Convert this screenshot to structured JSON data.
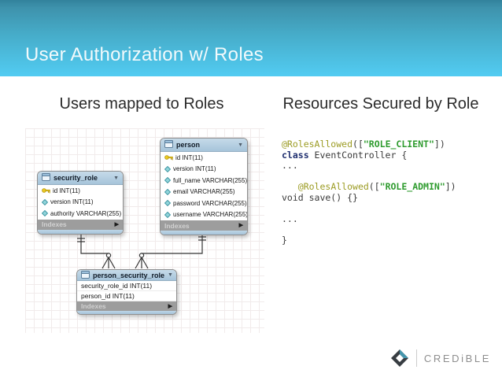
{
  "slide": {
    "title": "User Authorization w/ Roles",
    "left_heading": "Users mapped to Roles",
    "right_heading": "Resources Secured by Role"
  },
  "colors": {
    "banner_top": "#3e92ac",
    "banner_bottom": "#52ccf2",
    "table_header_blue": "#a6c4da",
    "annotation_olive": "#9c9c24",
    "string_green": "#2e9b2e",
    "keyword_navy": "#203070",
    "code_default": "#3a3a3a",
    "logo_teal": "#4596ad",
    "logo_dark": "#383d42"
  },
  "diagram": {
    "tables": [
      {
        "name": "security_role",
        "caret": "▼",
        "columns": [
          {
            "icon": "key-icon",
            "text": "id INT(11)"
          },
          {
            "icon": "column-icon",
            "text": "version INT(11)"
          },
          {
            "icon": "column-icon",
            "text": "authority VARCHAR(255)"
          }
        ],
        "footer": "Indexes",
        "footer_arrow": "▶"
      },
      {
        "name": "person",
        "caret": "▼",
        "columns": [
          {
            "icon": "key-icon",
            "text": "id INT(11)"
          },
          {
            "icon": "column-icon",
            "text": "version INT(11)"
          },
          {
            "icon": "column-icon",
            "text": "full_name VARCHAR(255)"
          },
          {
            "icon": "column-icon",
            "text": "email VARCHAR(255)"
          },
          {
            "icon": "column-icon",
            "text": "password VARCHAR(255)"
          },
          {
            "icon": "column-icon",
            "text": "username VARCHAR(255)"
          }
        ],
        "footer": "Indexes",
        "footer_arrow": "▶"
      },
      {
        "name": "person_security_role",
        "caret": "▼",
        "columns": [
          {
            "icon": "none",
            "text": "security_role_id INT(11)"
          },
          {
            "icon": "none",
            "text": "person_id INT(11)"
          }
        ],
        "footer": "Indexes",
        "footer_arrow": "▶"
      }
    ]
  },
  "code": {
    "lines": [
      [
        {
          "c": "ann",
          "t": "@RolesAllowed"
        },
        {
          "c": "plain",
          "t": "(["
        },
        {
          "c": "str",
          "t": "\"ROLE_CLIENT\""
        },
        {
          "c": "plain",
          "t": "])"
        }
      ],
      [
        {
          "c": "kw",
          "t": "class"
        },
        {
          "c": "plain",
          "t": " EventController {"
        }
      ],
      [
        {
          "c": "plain",
          "t": "..."
        }
      ],
      [],
      [
        {
          "c": "plain",
          "t": "   "
        },
        {
          "c": "ann",
          "t": "@RolesAllowed"
        },
        {
          "c": "plain",
          "t": "(["
        },
        {
          "c": "str",
          "t": "\"ROLE_ADMIN\""
        },
        {
          "c": "plain",
          "t": "])"
        }
      ],
      [
        {
          "c": "plain",
          "t": "void save() {}"
        }
      ],
      [],
      [
        {
          "c": "plain",
          "t": "..."
        }
      ],
      [],
      [
        {
          "c": "plain",
          "t": "}"
        }
      ]
    ]
  },
  "logo": {
    "text": "CREDiBLE"
  }
}
